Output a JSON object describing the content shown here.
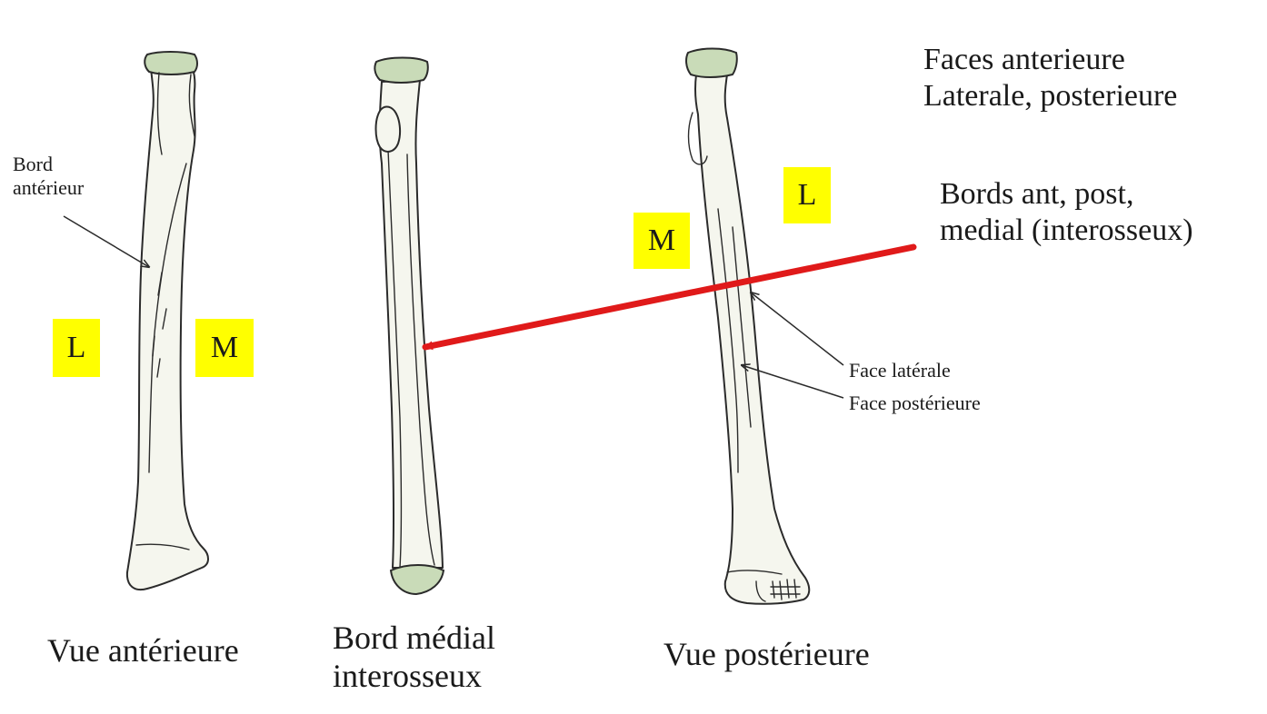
{
  "colors": {
    "bone_fill": "#f5f6ee",
    "bone_stroke": "#2b2b2b",
    "cartilage": "#c9dbb8",
    "badge": "#ffff00",
    "arrow": "#e01a1a"
  },
  "notes": {
    "faces_line1": "Faces anterieure",
    "faces_line2": "Laterale, posterieure",
    "bords_line1": "Bords ant, post,",
    "bords_line2": "medial (interosseux)"
  },
  "labels": {
    "bord_anterieur_line1": "Bord",
    "bord_anterieur_line2": "antérieur",
    "face_laterale": "Face latérale",
    "face_posterieure": "Face postérieure"
  },
  "badges": {
    "view1_left": "L",
    "view1_right": "M",
    "view3_left": "M",
    "view3_right": "L"
  },
  "captions": {
    "view1": "Vue antérieure",
    "view2_line1": "Bord médial",
    "view2_line2": "interosseux",
    "view3": "Vue postérieure"
  }
}
